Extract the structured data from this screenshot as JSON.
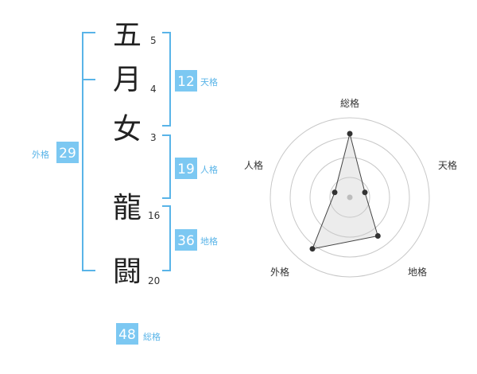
{
  "name": {
    "characters": [
      {
        "char": "五",
        "strokes": "5"
      },
      {
        "char": "月",
        "strokes": "4"
      },
      {
        "char": "女",
        "strokes": "3"
      },
      {
        "char": "龍",
        "strokes": "16"
      },
      {
        "char": "闘",
        "strokes": "20"
      }
    ]
  },
  "kaku": {
    "tenkaku": {
      "value": "12",
      "label": "天格"
    },
    "jinkaku": {
      "value": "19",
      "label": "人格"
    },
    "chikaku": {
      "value": "36",
      "label": "地格"
    },
    "gaikaku": {
      "value": "29",
      "label": "外格"
    },
    "soukaku": {
      "value": "48",
      "label": "総格"
    }
  },
  "chart_data": {
    "type": "radar",
    "axes": [
      "総格",
      "天格",
      "地格",
      "外格",
      "人格"
    ],
    "values": [
      4,
      1,
      3,
      4,
      1
    ],
    "max": 5,
    "rings": 4,
    "center_marker": true
  }
}
